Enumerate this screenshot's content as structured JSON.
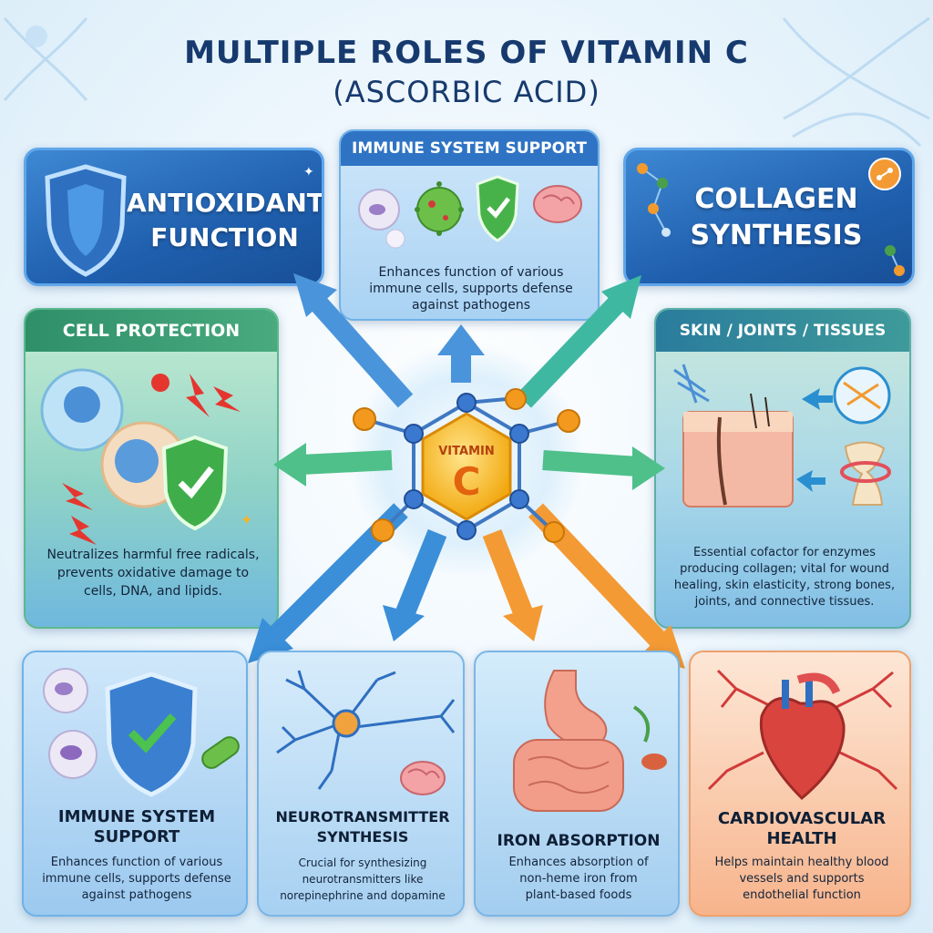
{
  "title_line1": "MULTIPLE ROLES OF VITAMIN C",
  "title_line2": "(ASCORBIC ACID)",
  "center": {
    "label_top": "VITAMIN",
    "label_big": "C"
  },
  "antioxidant": {
    "label_line1": "ANTIOXIDANT",
    "label_line2": "FUNCTION"
  },
  "immune_top": {
    "heading": "IMMUNE SYSTEM SUPPORT",
    "desc_line1": "Enhances function of various",
    "desc_line2": "immune cells, supports defense",
    "desc_line3": "against pathogens"
  },
  "collagen": {
    "label_line1": "COLLAGEN",
    "label_line2": "SYNTHESIS"
  },
  "cell_protection": {
    "heading": "CELL PROTECTION",
    "desc_line1": "Neutralizes harmful free radicals,",
    "desc_line2": "prevents oxidative damage to",
    "desc_line3": "cells, DNA, and lipids."
  },
  "skin": {
    "heading": "SKIN / JOINTS / TISSUES",
    "desc_line1": "Essential cofactor for enzymes",
    "desc_line2": "producing collagen; vital for wound",
    "desc_line3": "healing, skin elasticity, strong bones,",
    "desc_line4": "joints, and connective tissues."
  },
  "immune_bottom": {
    "title_line1": "IMMUNE SYSTEM",
    "title_line2": "SUPPORT",
    "desc_line1": "Enhances function of various",
    "desc_line2": "immune cells, supports defense",
    "desc_line3": "against pathogens"
  },
  "neuro": {
    "title_line1": "NEUROTRANSMITTER",
    "title_line2": "SYNTHESIS",
    "desc_line1": "Crucial for synthesizing",
    "desc_line2": "neurotransmitters like",
    "desc_line3": "norepinephrine and dopamine"
  },
  "iron": {
    "title_line1": "IRON ABSORPTION",
    "desc_line1": "Enhances absorption of",
    "desc_line2": "non-heme iron from",
    "desc_line3": "plant-based foods"
  },
  "cardio": {
    "title_line1": "CARDIOVASCULAR",
    "title_line2": "HEALTH",
    "desc_line1": "Helps maintain healthy blood",
    "desc_line2": "vessels and supports",
    "desc_line3": "endothelial function"
  },
  "colors": {
    "title": "#173a6e",
    "blue_arrow": "#3a8fd8",
    "green_arrow": "#4fc08a",
    "orange_arrow": "#f39a34",
    "center_gold": "#f6b81c"
  }
}
